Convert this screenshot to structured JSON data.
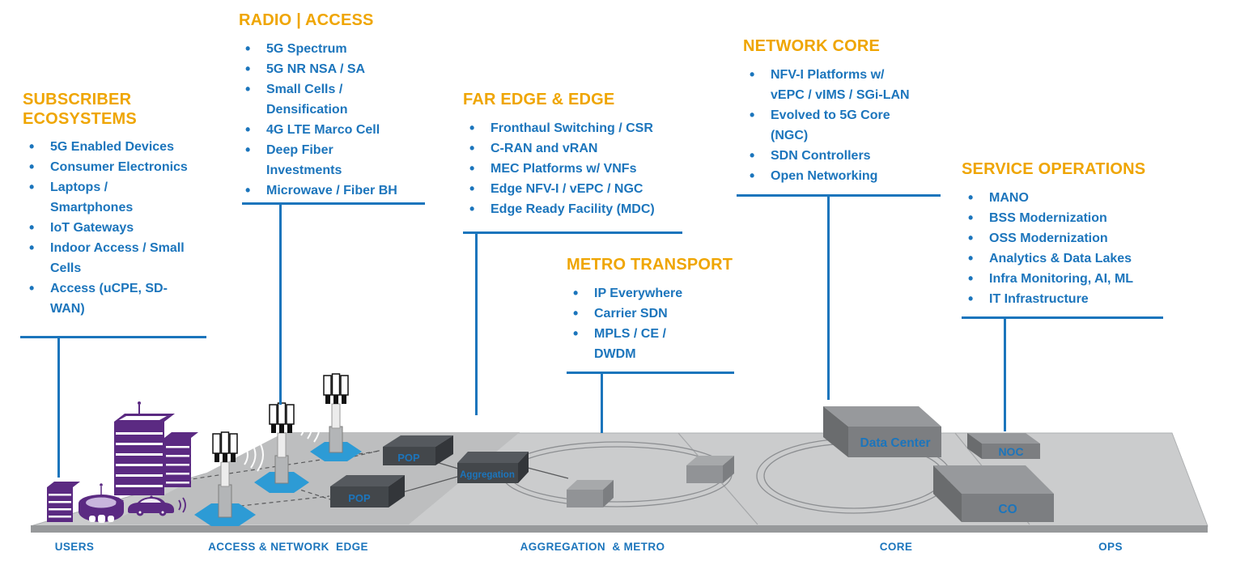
{
  "colors": {
    "heading": "#EFA500",
    "body_text": "#1C75BC",
    "connector": "#1B75BC",
    "building_purple": "#5B2A82",
    "hexagon_blue": "#2D9BD5",
    "platform_gray": "#CBCCCD",
    "dark_box": "#43474B",
    "light_box": "#7C7E81"
  },
  "sections": [
    {
      "title": "SUBSCRIBER\nECOSYSTEMS",
      "items": [
        "5G Enabled Devices",
        "Consumer Electronics",
        "Laptops /\nSmartphones",
        "IoT Gateways",
        "Indoor Access / Small\nCells",
        "Access (uCPE, SD-\nWAN)"
      ]
    },
    {
      "title": "RADIO | ACCESS",
      "items": [
        "5G Spectrum",
        "5G NR NSA / SA",
        "Small Cells /\nDensification",
        "4G LTE Marco Cell",
        "Deep Fiber\nInvestments",
        "Microwave / Fiber BH"
      ]
    },
    {
      "title": "FAR EDGE & EDGE",
      "items": [
        "Fronthaul Switching / CSR",
        "C-RAN and vRAN",
        "MEC Platforms w/ VNFs",
        "Edge NFV-I / vEPC / NGC",
        "Edge Ready Facility (MDC)"
      ]
    },
    {
      "title": "METRO TRANSPORT",
      "items": [
        "IP Everywhere",
        "Carrier SDN",
        "MPLS / CE /\nDWDM"
      ]
    },
    {
      "title": "NETWORK CORE",
      "items": [
        "NFV-I Platforms w/\nvEPC / vIMS / SGi-LAN",
        "Evolved to 5G Core\n(NGC)",
        "SDN Controllers",
        "Open Networking"
      ]
    },
    {
      "title": "SERVICE OPERATIONS",
      "items": [
        "MANO",
        "BSS Modernization",
        "OSS Modernization",
        "Analytics & Data Lakes",
        "Infra Monitoring, AI, ML",
        "IT Infrastructure"
      ]
    }
  ],
  "platform": {
    "zone_labels": [
      "USERS",
      "ACCESS & NETWORK  EDGE",
      "AGGREGATION  & METRO",
      "CORE",
      "OPS"
    ],
    "boxes": {
      "pop_upper": "POP",
      "pop_lower": "POP",
      "aggregation": "Aggregation",
      "data_center": "Data Center",
      "noc": "NOC",
      "co": "CO"
    }
  }
}
